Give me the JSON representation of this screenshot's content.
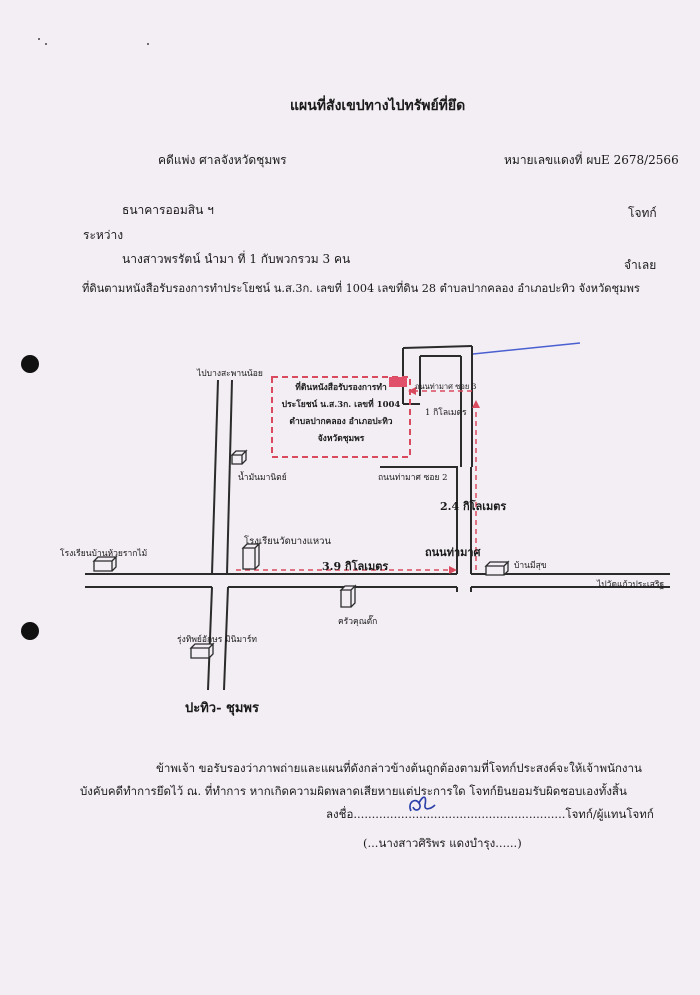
{
  "header": {
    "title": "แผนที่สังเขปทางไปทรัพย์ที่ยึด",
    "case_type_court": "คดีแพ่ง ศาลจังหวัดชุมพร",
    "case_number": "หมายเลขแดงที่ ผบE 2678/2566"
  },
  "parties": {
    "plaintiff_name": "ธนาคารออมสิน ฯ",
    "plaintiff_role": "โจทก์",
    "between": "ระหว่าง",
    "defendant_name": "นางสาวพรรัตน์ นำมา ที่ 1 กับพวกรวม 3 คน",
    "defendant_role": "จำเลย"
  },
  "property_line": "ที่ดินตามหนังสือรับรองการทำประโยชน์ น.ส.3ก. เลขที่ 1004 เลขที่ดิน 28 ตำบลปากคลอง อำเภอปะทิว จังหวัดชุมพร",
  "map": {
    "labels": {
      "to_bang_saphan_noi": "ไปบางสะพานน้อย",
      "plot_line1": "ที่ดินหนังสือรับรองการทำ",
      "plot_line2": "ประโยชน์ น.ส.3ก. เลขที่ 1004",
      "plot_line3": "ตำบลปากคลอง อำเภอปะทิว",
      "plot_line4": "จังหวัดชุมพร",
      "soi3": "ถนนท่ามาศ ซอย 3",
      "one_km": "1 กิโลเมตร",
      "nam_mon": "น้ำมันมานิตย์",
      "soi2": "ถนนท่ามาศ ซอย 2",
      "two_four_km": "2.4 กิโลเมตร",
      "school_wat": "โรงเรียนวัดบางแหวน",
      "school_left": "โรงเรียนบ้านห้วยรากไม้",
      "three_nine_km": "3.9 กิโลเมตร",
      "tha_mat_road": "ถนนท่ามาศ",
      "ban_mi_suk": "บ้านมีสุข",
      "to_wat_kaeo": "ไปวัดแก้วประเสริฐ",
      "khrua": "ครัวคุณตั๊ก",
      "rung_thip": "รุ่งทิพย์อักษร มินิมาร์ท",
      "pathio_chumphon": "ปะทิว- ชุมพร"
    },
    "colors": {
      "road": "#2b2b2b",
      "route": "#d94a5e",
      "plot_marker": "#e0506a",
      "stream": "#4a5fd0"
    }
  },
  "certification": {
    "line1": "ข้าพเจ้า ขอรับรองว่าภาพถ่ายและแผนที่ดังกล่าวข้างต้นถูกต้องตามที่โจทก์ประสงค์จะให้เจ้าพนักงาน",
    "line2": "บังคับคดีทำการยึดไว้ ณ. ที่ทำการ หากเกิดความผิดพลาดเสียหายแต่ประการใด โจทก์ยินยอมรับผิดชอบเองทั้งสิ้น",
    "sign_line": "ลงชื่อ..........................................................โจทก์/ผู้แทนโจทก์",
    "signer": "(...นางสาวศิริพร แดงบำรุง......)"
  }
}
